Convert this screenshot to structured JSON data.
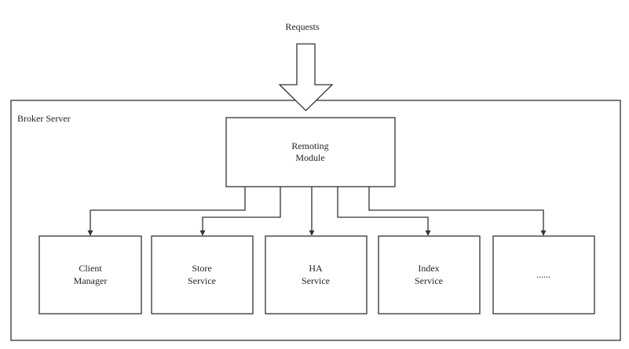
{
  "diagram": {
    "input_label": "Requests",
    "container_label": "Broker Server",
    "core_module": {
      "line1": "Remoting",
      "line2": "Module"
    },
    "services": [
      {
        "line1": "Client",
        "line2": "Manager"
      },
      {
        "line1": "Store",
        "line2": "Service"
      },
      {
        "line1": "HA",
        "line2": "Service"
      },
      {
        "line1": "Index",
        "line2": "Service"
      },
      {
        "line1": "......",
        "line2": ""
      }
    ],
    "colors": {
      "stroke": "#333333",
      "background": "#ffffff",
      "text": "#222222"
    }
  }
}
